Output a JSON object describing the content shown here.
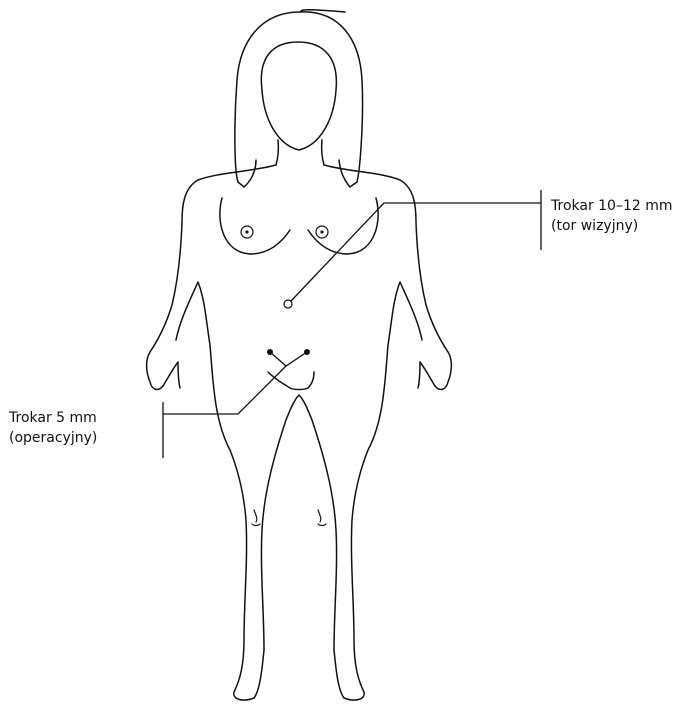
{
  "annotations": {
    "camera_trocar": {
      "line1": "Trokar 10–12 mm",
      "line2": "(tor wizyjny)"
    },
    "working_trocar": {
      "line1": "Trokar 5 mm",
      "line2": "(operacyjny)"
    }
  },
  "colors": {
    "stroke": "#111111",
    "background": "#ffffff"
  }
}
